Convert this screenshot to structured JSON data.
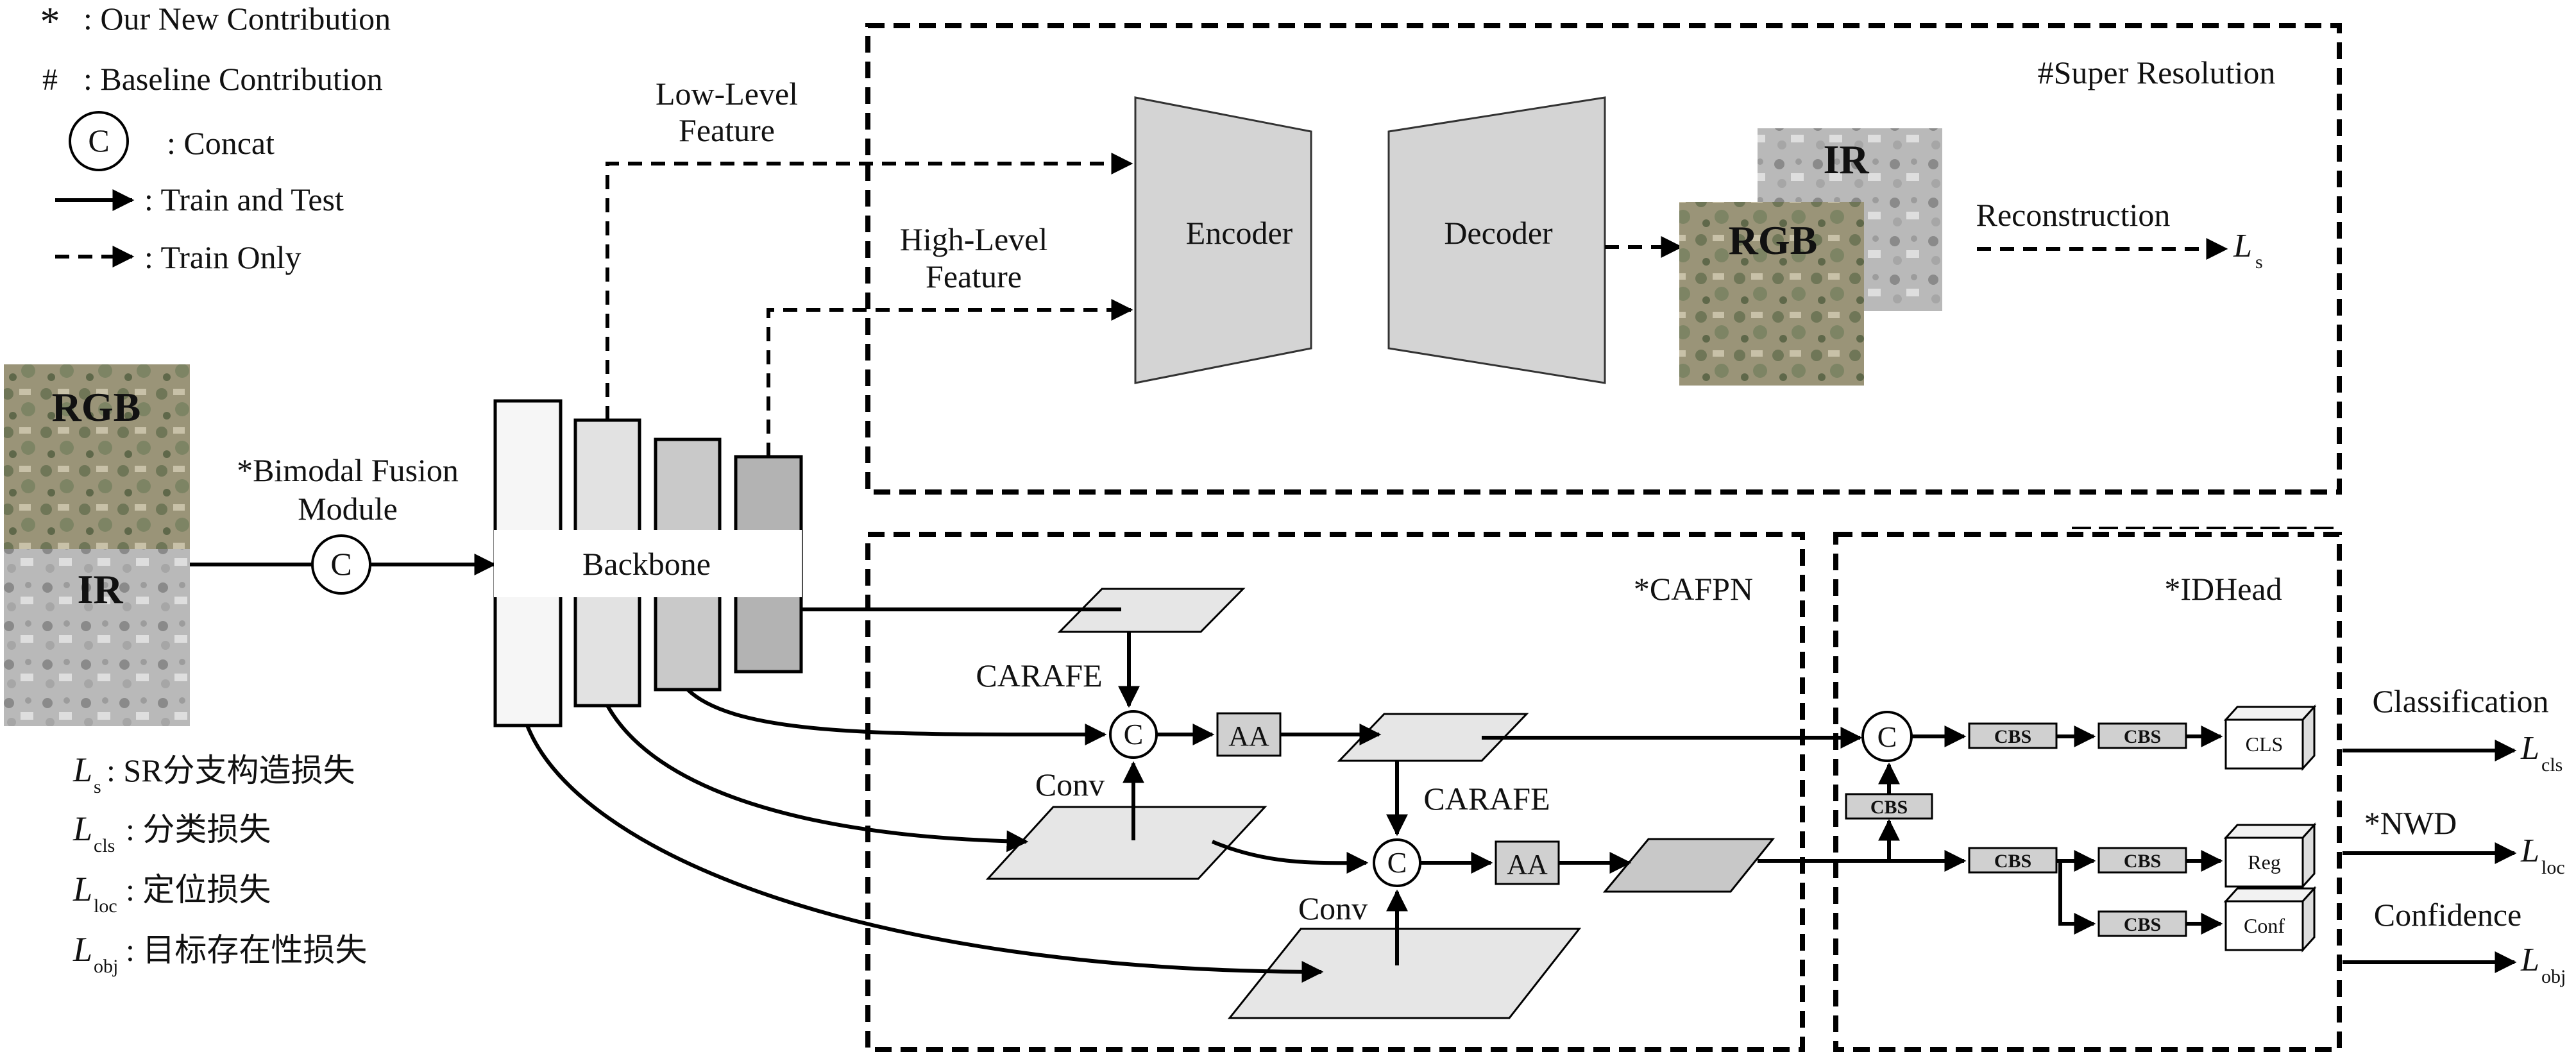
{
  "legend": {
    "new_symbol": "*",
    "new_text": ": Our New Contribution",
    "baseline_symbol": "#",
    "baseline_text": ": Baseline Contribution",
    "concat_symbol": "C",
    "concat_text": ": Concat",
    "solid_text": ": Train and Test",
    "dashed_text": ": Train Only"
  },
  "input": {
    "rgb_label": "RGB",
    "ir_label": "IR",
    "fusion_label_line1": "*Bimodal Fusion",
    "fusion_label_line2": "Module",
    "concat_symbol": "C"
  },
  "backbone": {
    "label": "Backbone"
  },
  "features": {
    "low_line1": "Low-Level",
    "low_line2": "Feature",
    "high_line1": "High-Level",
    "high_line2": "Feature"
  },
  "super_resolution": {
    "title": "#Super Resolution",
    "encoder": "Encoder",
    "decoder": "Decoder",
    "ir_label": "IR",
    "rgb_label": "RGB",
    "reconstruction": "Reconstruction",
    "loss_symbol": "L",
    "loss_sub": "s"
  },
  "cafpn": {
    "title": "*CAFPN",
    "carafe_top": "CARAFE",
    "carafe_mid": "CARAFE",
    "conv_top": "Conv",
    "conv_bottom": "Conv",
    "aa_top": "AA",
    "aa_bottom": "AA",
    "concat_symbol": "C"
  },
  "idhead": {
    "title": "*IDHead",
    "cbs": "CBS",
    "cls": "CLS",
    "reg": "Reg",
    "conf": "Conf",
    "concat_symbol": "C"
  },
  "outputs": {
    "classification": "Classification",
    "nwd": "*NWD",
    "confidence": "Confidence",
    "loss_symbol": "L",
    "cls_sub": "cls",
    "loc_sub": "loc",
    "obj_sub": "obj"
  },
  "loss_legend": [
    {
      "symbol": "L",
      "sub": "s",
      "text": ": SR分支构造损失"
    },
    {
      "symbol": "L",
      "sub": "cls",
      "text": ": 分类损失"
    },
    {
      "symbol": "L",
      "sub": "loc",
      "text": ": 定位损失"
    },
    {
      "symbol": "L",
      "sub": "obj",
      "text": ": 目标存在性损失"
    }
  ]
}
